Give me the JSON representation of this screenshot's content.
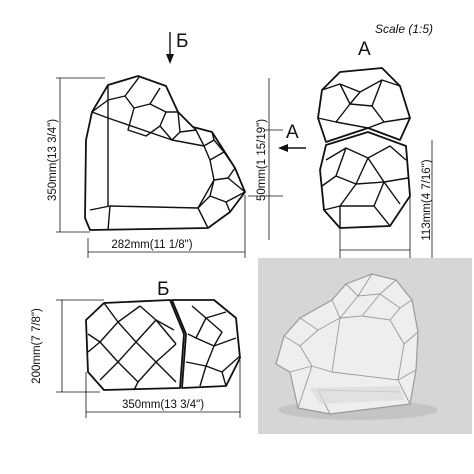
{
  "scale_label": "Scale (1:5)",
  "view_labels": {
    "a_top": "А",
    "a_arrow": "А",
    "b_top": "Б",
    "b_bottom": "Б"
  },
  "dimensions": {
    "front_height": "350mm(13 3/4\")",
    "front_width": "282mm(11 1/8\")",
    "notch_height": "50mm(1 15/19\")",
    "side_width": "113mm(4 7/16\")",
    "bottom_height": "200mm(7 7/8\")",
    "bottom_width": "350mm(13 3/4\")"
  },
  "colors": {
    "line": "#111111",
    "render_background": "#d6d6d6"
  }
}
